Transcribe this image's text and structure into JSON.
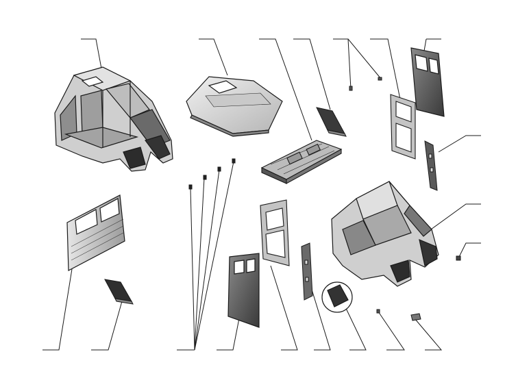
{
  "diagram": {
    "kind": "exploded parts diagram",
    "callout_count": 22,
    "parts": [
      {
        "name": "cab-frame-assembly"
      },
      {
        "name": "roof-panel"
      },
      {
        "name": "floor-panel"
      },
      {
        "name": "trim-strip-upper"
      },
      {
        "name": "small-clip-upper"
      },
      {
        "name": "door-frame-rear"
      },
      {
        "name": "door-panel-rear"
      },
      {
        "name": "pillar-bracket-right"
      },
      {
        "name": "cab-frame-partial"
      },
      {
        "name": "bolt-right"
      },
      {
        "name": "side-panel-left"
      },
      {
        "name": "trim-strip-lower"
      },
      {
        "name": "pin-set"
      },
      {
        "name": "door-panel-front"
      },
      {
        "name": "door-frame-front"
      },
      {
        "name": "pillar-bracket-center"
      },
      {
        "name": "detail-inset"
      },
      {
        "name": "small-clip-lower"
      },
      {
        "name": "bracket-small"
      }
    ],
    "colors": {
      "line": "#1a1a1a",
      "metal_light": "#d9d9d9",
      "metal_mid": "#a8a8a8",
      "metal_dark": "#4a4a4a",
      "background": "#ffffff"
    }
  }
}
